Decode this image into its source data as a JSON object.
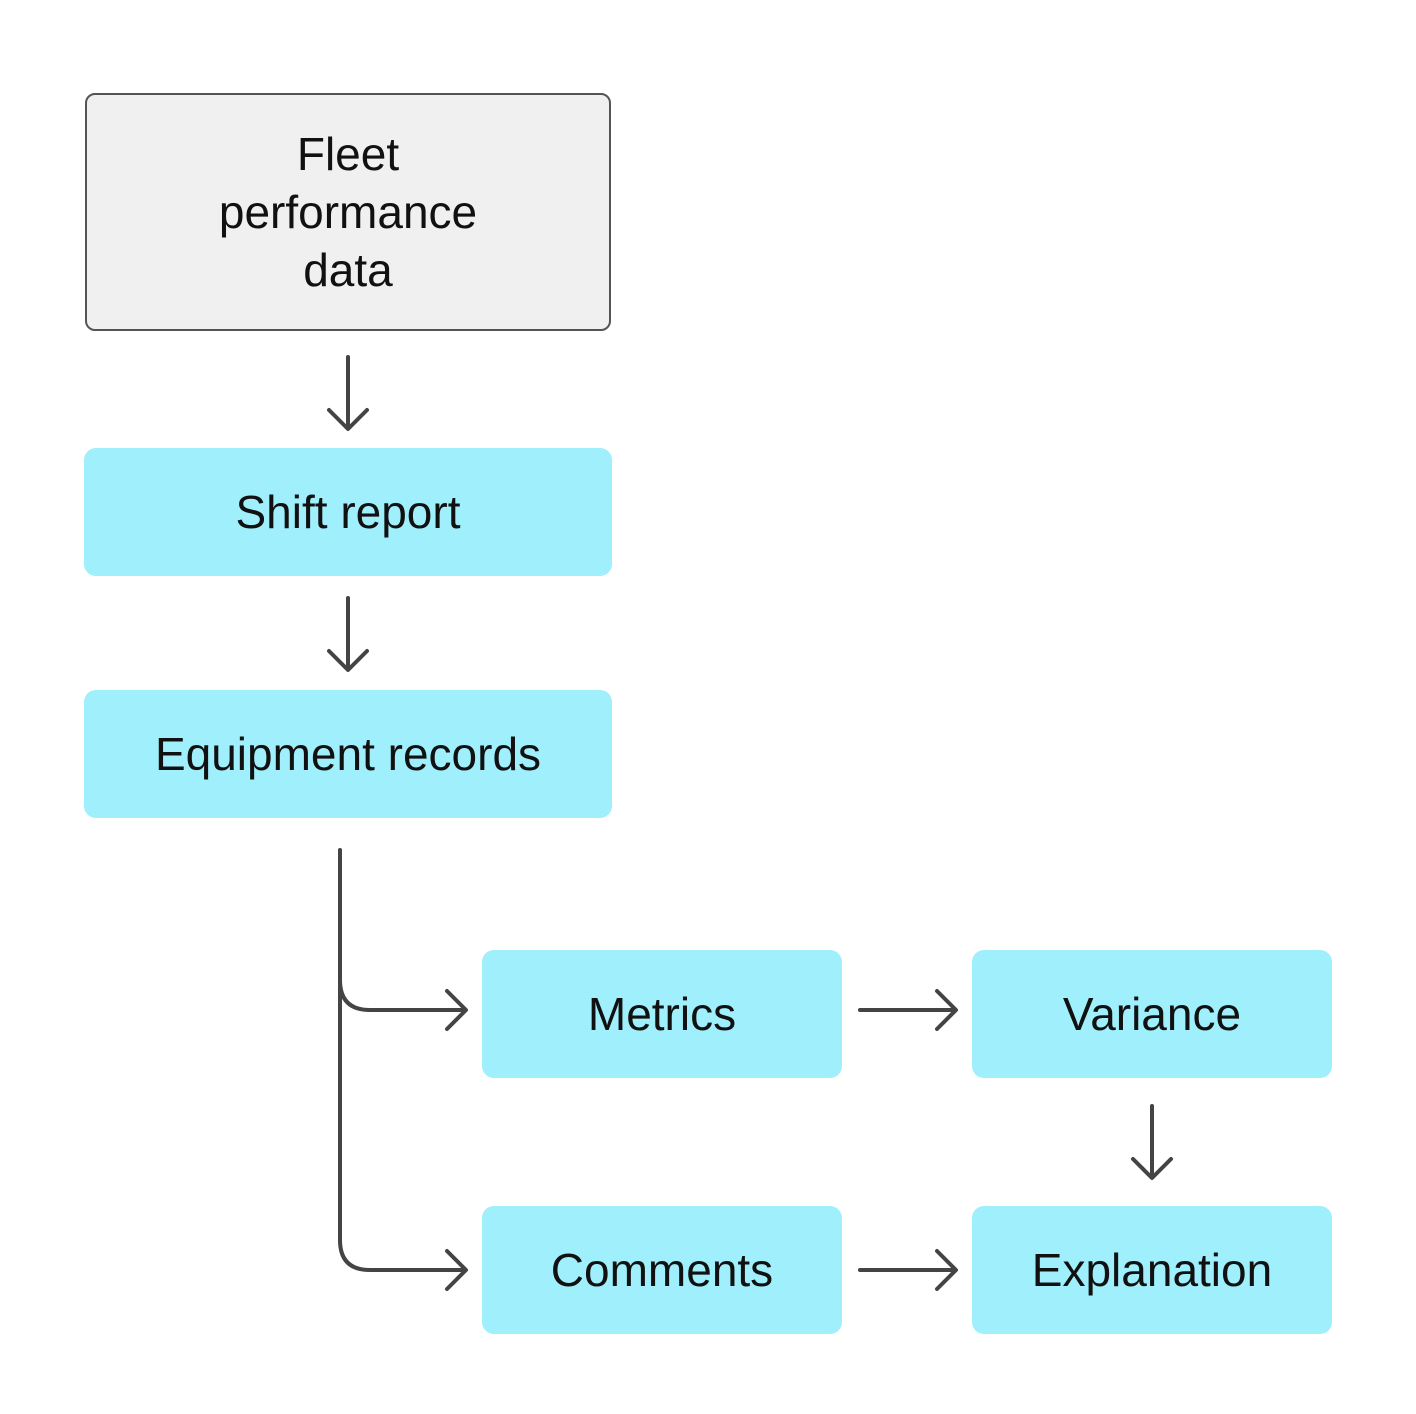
{
  "diagram": {
    "nodes": {
      "fleet": {
        "label": "Fleet\nperformance\ndata"
      },
      "shift": {
        "label": "Shift report"
      },
      "equipment": {
        "label": "Equipment records"
      },
      "metrics": {
        "label": "Metrics"
      },
      "variance": {
        "label": "Variance"
      },
      "comments": {
        "label": "Comments"
      },
      "explanation": {
        "label": "Explanation"
      }
    },
    "edges": [
      {
        "from": "Fleet performance data",
        "to": "Shift report"
      },
      {
        "from": "Shift report",
        "to": "Equipment records"
      },
      {
        "from": "Equipment records",
        "to": "Metrics"
      },
      {
        "from": "Equipment records",
        "to": "Comments"
      },
      {
        "from": "Metrics",
        "to": "Variance"
      },
      {
        "from": "Variance",
        "to": "Explanation"
      },
      {
        "from": "Comments",
        "to": "Explanation"
      }
    ],
    "colors": {
      "source_fill": "#f0f0f0",
      "step_fill": "#9ff0fc",
      "connector": "#444444"
    }
  }
}
